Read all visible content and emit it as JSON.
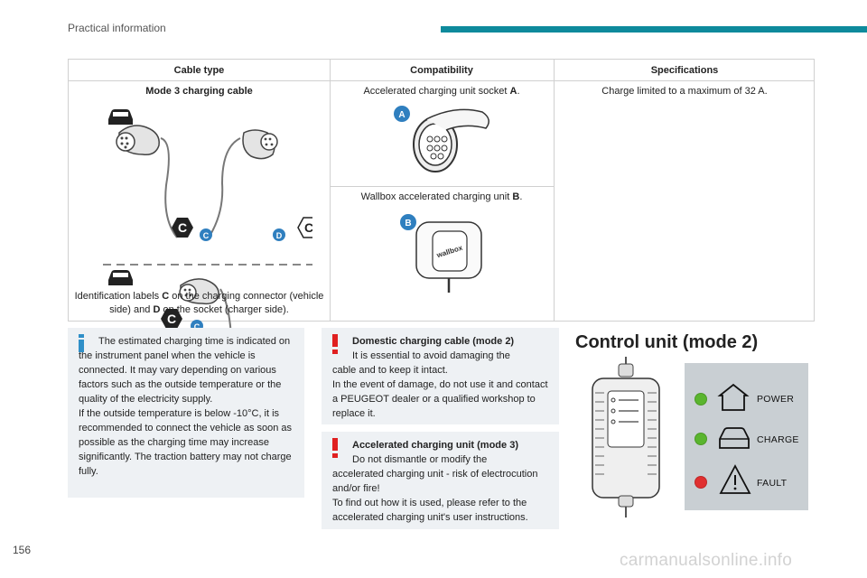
{
  "header": {
    "section": "Practical information",
    "accent_color": "#0e8a9c"
  },
  "page_number": "156",
  "watermark": "carmanualsonline.info",
  "table": {
    "headers": [
      "Cable type",
      "Compatibility",
      "Specifications"
    ],
    "cable_type": {
      "title": "Mode 3 charging cable",
      "caption_1": "Identification labels ",
      "caption_c": "C",
      "caption_2": " on the charging connector (vehicle side) and ",
      "caption_d": "D",
      "caption_3": " on the socket (charger side).",
      "badges": {
        "c": "C",
        "d": "D"
      }
    },
    "compat_1": {
      "text": "Accelerated charging unit socket ",
      "bold": "A",
      "end": ".",
      "badge": "A"
    },
    "compat_2": {
      "text": "Wallbox accelerated charging unit ",
      "bold": "B",
      "end": ".",
      "badge": "B",
      "device_text": "wallbox"
    },
    "spec": "Charge limited to a maximum of 32 A."
  },
  "info_note": {
    "icon": "info-icon",
    "line1": "The estimated charging time is indicated on the instrument panel when the vehicle is connected. It may vary depending on various factors such as the outside temperature or the quality of the electricity supply.",
    "line2": "If the outside temperature is below -10°C, it is recommended to connect the vehicle as soon as possible as the charging time may increase significantly. The traction battery may not charge fully."
  },
  "warn_1": {
    "icon": "warning-icon",
    "title": "Domestic charging cable (mode 2)",
    "first": "It is essential to avoid damaging the",
    "rest": "cable and to keep it intact.",
    "rest2": "In the event of damage, do not use it and contact a PEUGEOT dealer or a qualified workshop to replace it."
  },
  "warn_2": {
    "icon": "warning-icon",
    "title": "Accelerated charging unit (mode 3)",
    "first": "Do not dismantle or modify the",
    "rest": "accelerated charging unit - risk of electrocution and/or fire!",
    "rest2": "To find out how it is used, please refer to the accelerated charging unit's user instructions."
  },
  "control_unit": {
    "title": "Control unit (mode 2)",
    "legend": [
      {
        "label": "POWER",
        "color": "#5ab52e",
        "icon": "house-icon"
      },
      {
        "label": "CHARGE",
        "color": "#5ab52e",
        "icon": "car-icon"
      },
      {
        "label": "FAULT",
        "color": "#e03030",
        "icon": "warning-triangle-icon"
      }
    ]
  }
}
